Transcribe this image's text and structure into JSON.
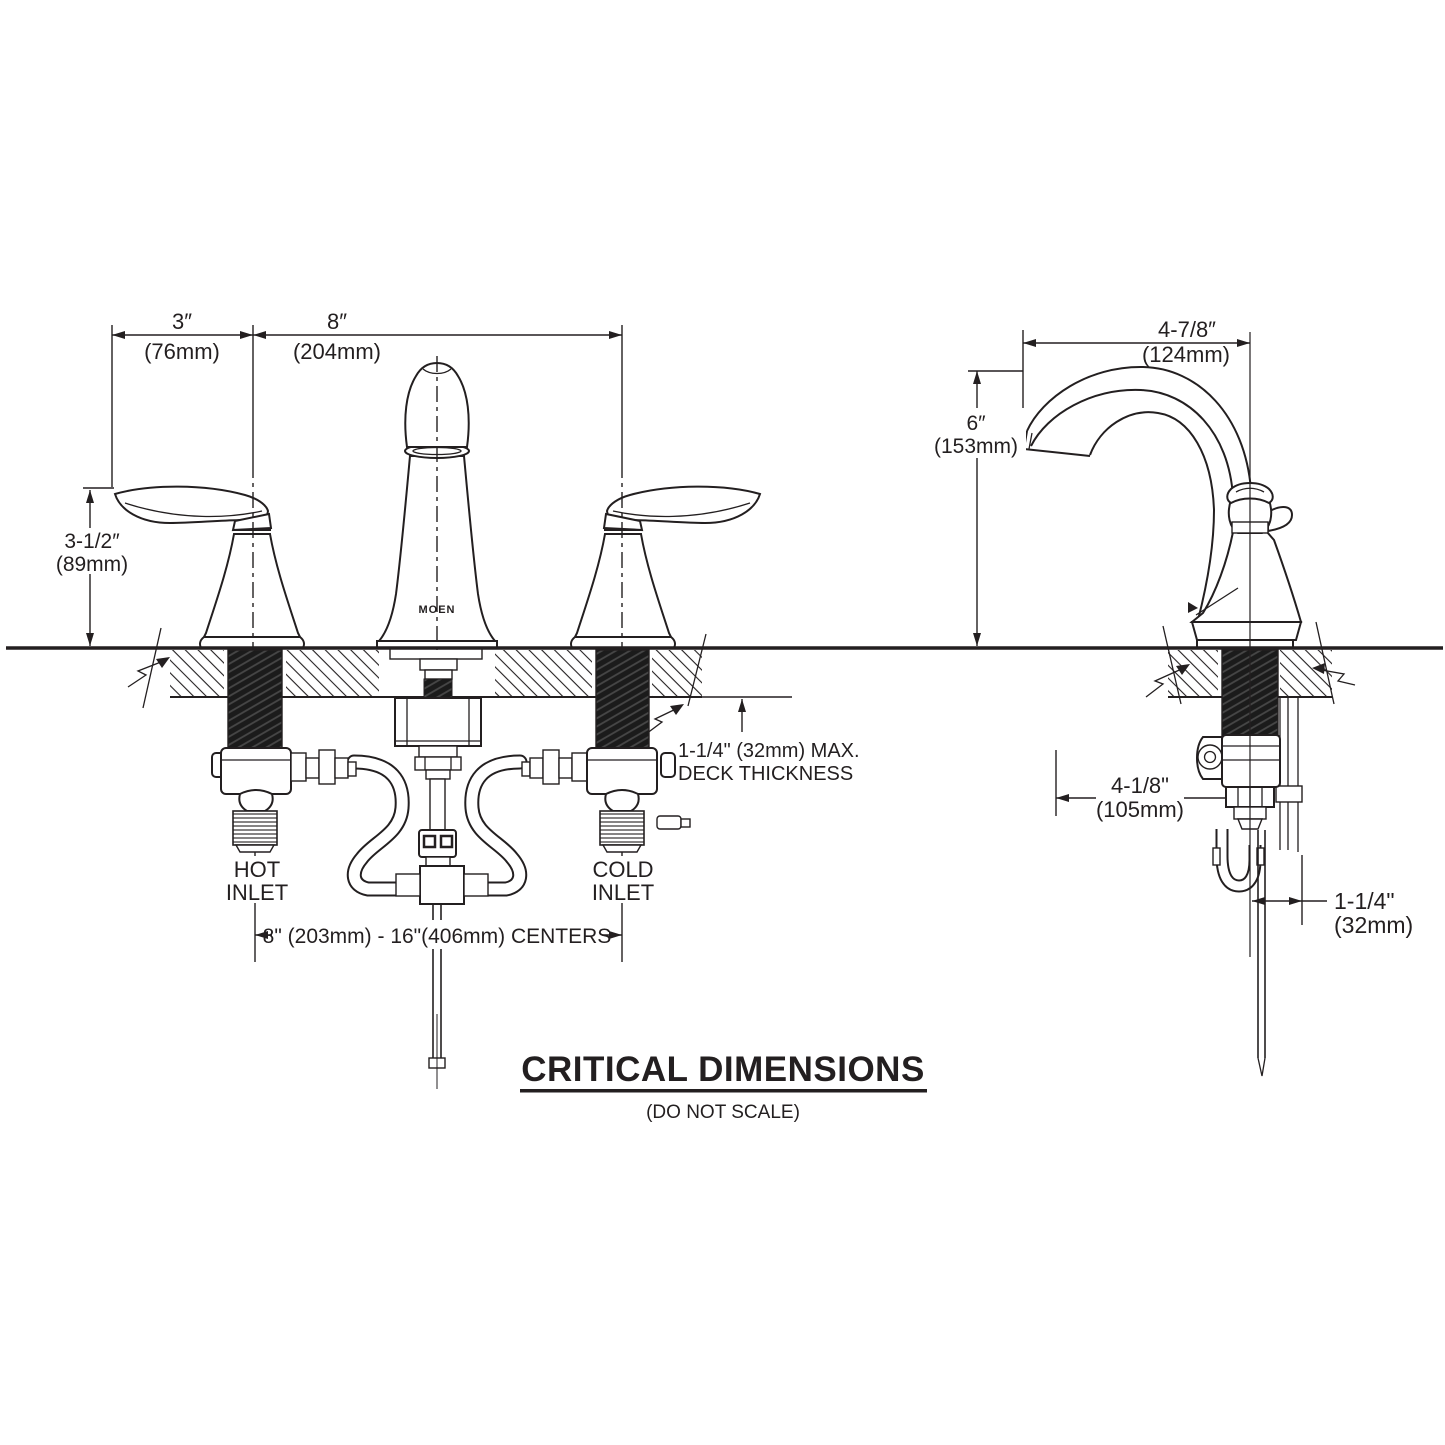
{
  "drawing": {
    "title": "CRITICAL DIMENSIONS",
    "subtitle": "(DO NOT SCALE)",
    "brand_logo": "MOEN",
    "ink_color": "#231f20",
    "background_color": "#ffffff"
  },
  "front_view": {
    "dim_handle_offset": {
      "inches": "3″",
      "metric": "(76mm)"
    },
    "dim_handle_spread": {
      "inches": "8″",
      "metric": "(204mm)"
    },
    "dim_handle_height": {
      "inches": "3-1/2″",
      "metric": "(89mm)"
    },
    "deck_thickness_note": {
      "line1": "1-1/4\" (32mm) MAX.",
      "line2": "DECK THICKNESS"
    },
    "hot_inlet": {
      "line1": "HOT",
      "line2": "INLET"
    },
    "cold_inlet": {
      "line1": "COLD",
      "line2": "INLET"
    },
    "centers_note": "8\" (203mm) - 16\"(406mm) CENTERS"
  },
  "side_view": {
    "dim_spout_reach": {
      "inches": "4-7/8″",
      "metric": "(124mm)"
    },
    "dim_spout_height": {
      "inches": "6″",
      "metric": "(153mm)"
    },
    "dim_aerator_reach": {
      "inches": "4-1/8\"",
      "metric": "(105mm)"
    },
    "dim_rod_offset": {
      "inches": "1-1/4\"",
      "metric": "(32mm)"
    }
  }
}
